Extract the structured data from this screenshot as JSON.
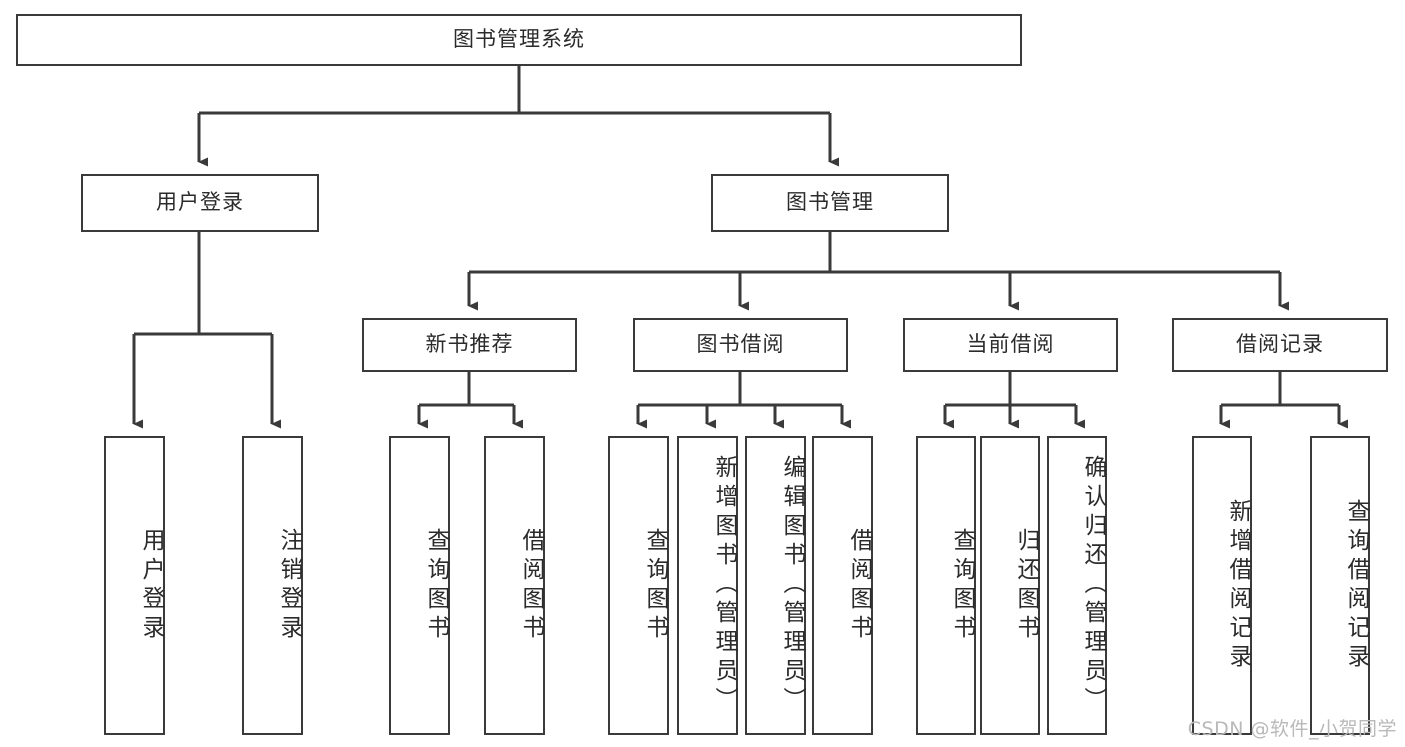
{
  "diagram": {
    "title": "图书管理系统",
    "type": "tree-hierarchy-chart",
    "orientation": "top-down",
    "box_border_color": "#3a3a3a",
    "box_fill_color": "#ffffff",
    "edge_color": "#3a3a3a",
    "nodes": {
      "root": {
        "label": "图书管理系统"
      },
      "level2": [
        {
          "id": "user-login",
          "label": "用户登录"
        },
        {
          "id": "book-manage",
          "label": "图书管理"
        }
      ],
      "level3": [
        {
          "id": "new-book-recommend",
          "label": "新书推荐"
        },
        {
          "id": "book-borrow",
          "label": "图书借阅"
        },
        {
          "id": "current-borrow",
          "label": "当前借阅"
        },
        {
          "id": "borrow-record",
          "label": "借阅记录"
        }
      ],
      "leaves": {
        "user-login": [
          {
            "id": "leaf-user-login",
            "label": "用户登录"
          },
          {
            "id": "leaf-logout-login",
            "label": "注销登录"
          }
        ],
        "new-book-recommend": [
          {
            "id": "leaf-query-book-1",
            "label": "查询图书"
          },
          {
            "id": "leaf-borrow-book-1",
            "label": "借阅图书"
          }
        ],
        "book-borrow": [
          {
            "id": "leaf-query-book-2",
            "label": "查询图书"
          },
          {
            "id": "leaf-add-book",
            "label": "新增图书（管理员）"
          },
          {
            "id": "leaf-edit-book",
            "label": "编辑图书（管理员）"
          },
          {
            "id": "leaf-borrow-book-2",
            "label": "借阅图书"
          }
        ],
        "current-borrow": [
          {
            "id": "leaf-query-book-3",
            "label": "查询图书"
          },
          {
            "id": "leaf-return-book",
            "label": "归还图书"
          },
          {
            "id": "leaf-confirm-return",
            "label": "确认归还（管理员）"
          }
        ],
        "borrow-record": [
          {
            "id": "leaf-add-borrow-record",
            "label": "新增借阅记录"
          },
          {
            "id": "leaf-query-borrow-record",
            "label": "查询借阅记录"
          }
        ]
      }
    }
  },
  "watermark": {
    "text": "CSDN @软件_小贺同学"
  }
}
